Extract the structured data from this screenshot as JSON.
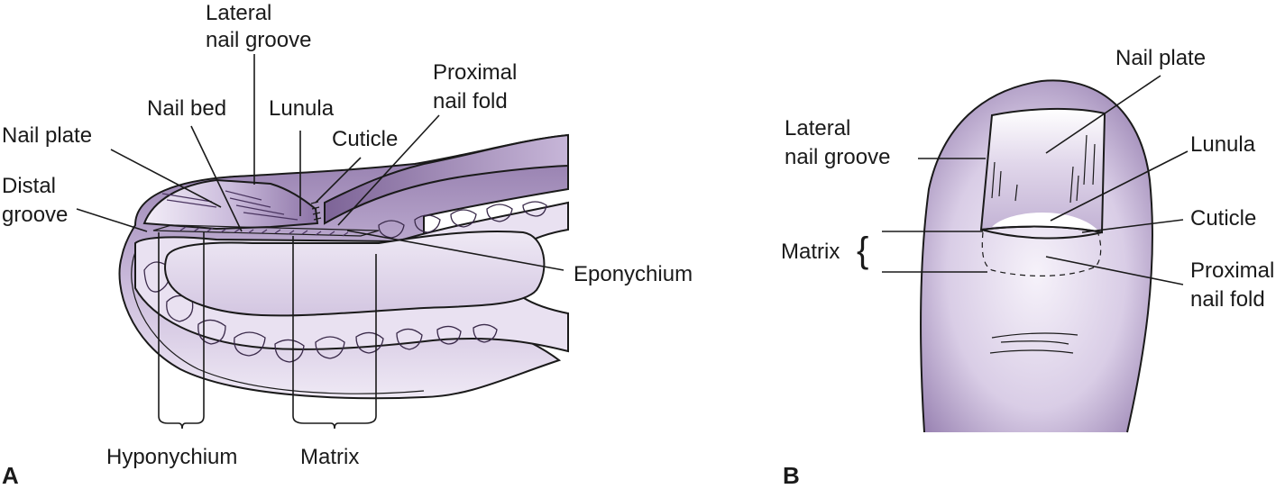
{
  "panel_a": {
    "panel_letter": "A",
    "labels": {
      "lateral_nail_groove_1": "Lateral",
      "lateral_nail_groove_2": "nail groove",
      "proximal_nail_fold_1": "Proximal",
      "proximal_nail_fold_2": "nail fold",
      "nail_bed": "Nail bed",
      "lunula": "Lunula",
      "nail_plate": "Nail plate",
      "cuticle": "Cuticle",
      "distal_groove_1": "Distal",
      "distal_groove_2": "groove",
      "eponychium": "Eponychium",
      "hyponychium": "Hyponychium",
      "matrix": "Matrix"
    }
  },
  "panel_b": {
    "panel_letter": "B",
    "labels": {
      "nail_plate": "Nail plate",
      "lateral_nail_groove_1": "Lateral",
      "lateral_nail_groove_2": "nail groove",
      "lunula": "Lunula",
      "cuticle": "Cuticle",
      "matrix": "Matrix",
      "brace": "{",
      "proximal_nail_fold_1": "Proximal",
      "proximal_nail_fold_2": "nail fold"
    }
  },
  "colors": {
    "skin_dark": "#8e76a8",
    "skin_mid": "#b9a7cc",
    "skin_light": "#e6def0",
    "bone": "#f1ecf6",
    "outline": "#1a1a1a"
  }
}
